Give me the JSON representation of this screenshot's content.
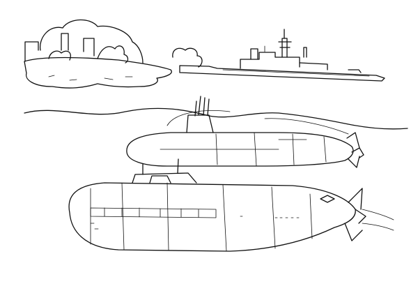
{
  "scene": {
    "style": "black-and-white line drawing (coloring page)",
    "ink_color": "#111111",
    "background_color": "#ffffff",
    "subjects": [
      "island-with-city-and-trees",
      "warship",
      "sea-surface",
      "submarine-upper",
      "submarine-lower"
    ]
  }
}
